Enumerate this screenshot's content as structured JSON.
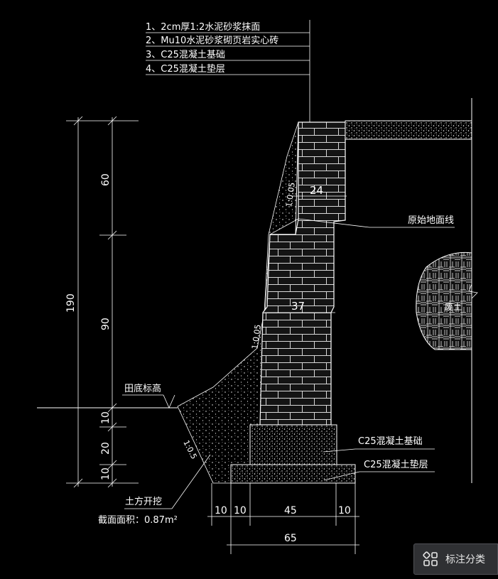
{
  "notes": [
    "1、2cm厚1:2水泥砂浆抹面",
    "2、Mu10水泥砂浆砌页岩实心砖",
    "3、C25混凝土基础",
    "4、C25混凝土垫层"
  ],
  "dimensions": {
    "total_height": "190",
    "upper_wall": "60",
    "lower_wall": "90",
    "footing_top": "10",
    "footing_mid": "20",
    "footing_bottom": "10",
    "top_width": "24",
    "mid_width": "37",
    "bottom_widths": [
      "10",
      "10",
      "45",
      "10"
    ],
    "bottom_total": "65"
  },
  "slopes": {
    "wall_upper": "1:0.05",
    "wall_lower": "1:0.05",
    "excavation": "1:0.5"
  },
  "labels": {
    "original_ground_line": "原始地面线",
    "backfill": "废土",
    "base_elevation": "田底标高",
    "foundation": "C25混凝土基础",
    "cushion": "C25混凝土垫层",
    "excavation": "土方开挖",
    "section_area": "截面面积：0.87m²"
  },
  "toolbar": {
    "button_label": "标注分类",
    "icon": "grid-apps-icon"
  }
}
